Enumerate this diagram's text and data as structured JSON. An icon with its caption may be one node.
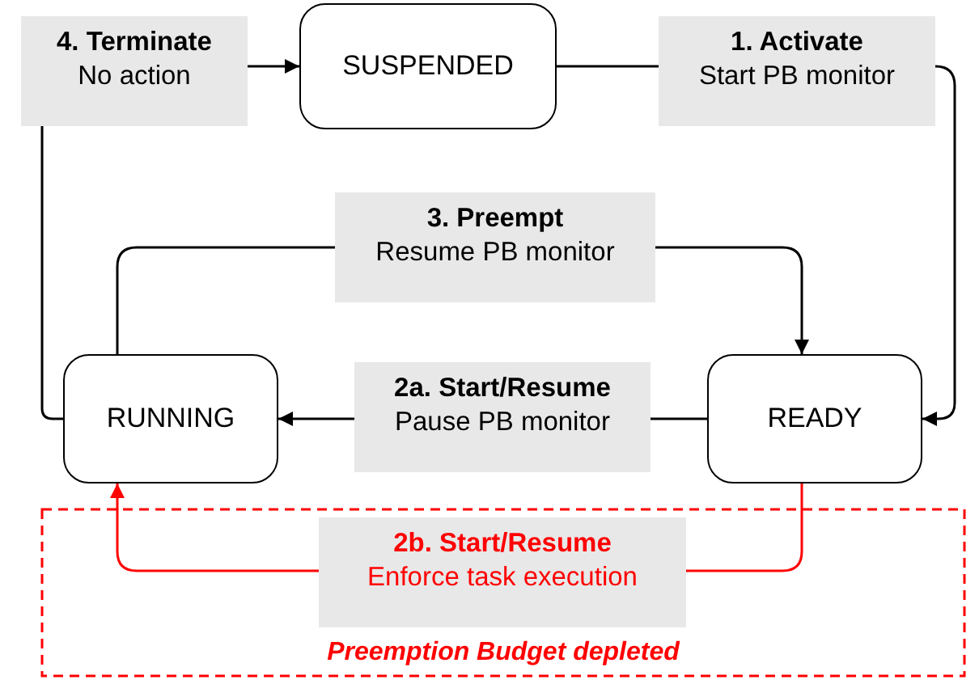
{
  "diagram": {
    "nodes": [
      {
        "text": [
          "SUSPENDED"
        ]
      },
      {
        "text": [
          "RUNNING"
        ]
      },
      {
        "text": [
          "READY"
        ]
      }
    ],
    "edges": [
      {
        "from": 0,
        "to": 2,
        "arrow": "to",
        "label": "**1. Activate** Start PB monitor"
      },
      {
        "from": 2,
        "to": 1,
        "arrow": "to",
        "label": "**2a. Start/Resume** Pause PB monitor"
      },
      {
        "from": 2,
        "to": 1,
        "arrow": "to",
        "label": "**2b. Start/Resume** Enforce task execution",
        "color": "#ff0000"
      },
      {
        "from": 1,
        "to": 2,
        "arrow": "to",
        "label": "**3. Preempt** Resume PB monitor"
      },
      {
        "from": 1,
        "to": 0,
        "arrow": "to",
        "label": "**4. Terminate** No action"
      }
    ],
    "labels": [
      "Preemption Budget depleted"
    ]
  }
}
